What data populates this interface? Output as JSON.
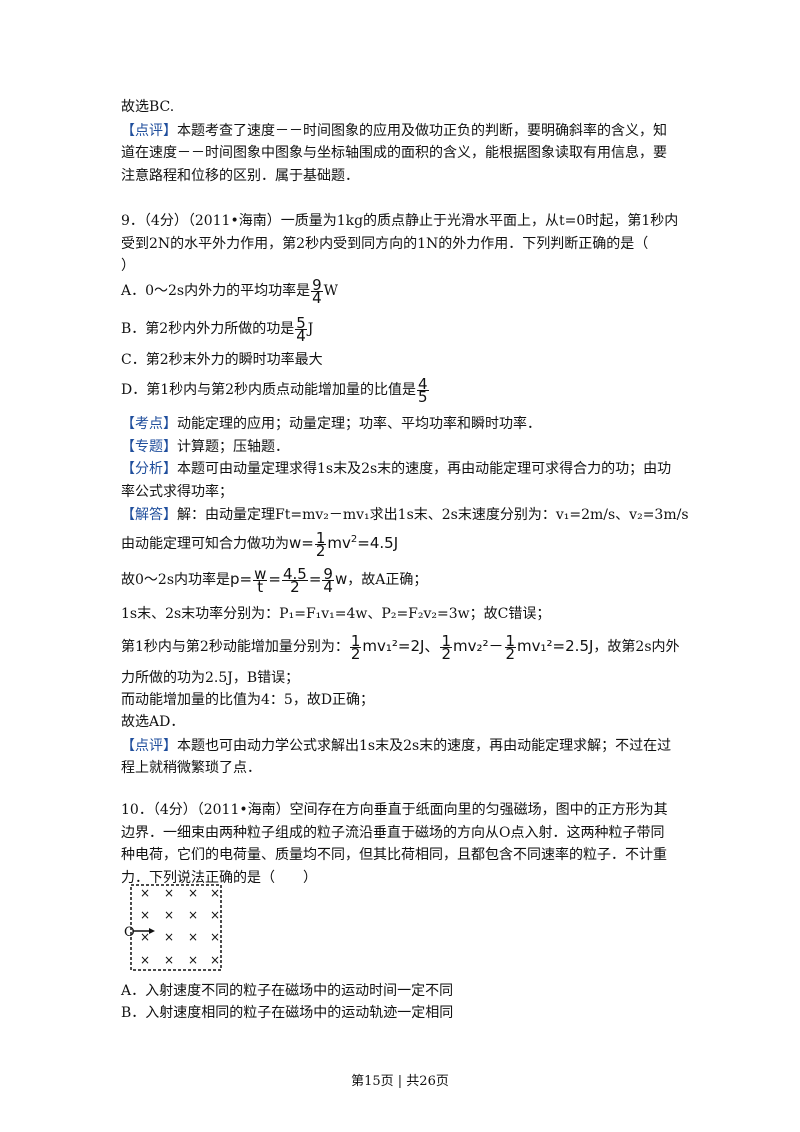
{
  "prev": {
    "conclusion": "故选BC.",
    "comment_tag": "【点评】",
    "comment_l1": "本题考查了速度－－时间图象的应用及做功正负的判断，要明确斜率的含义，知",
    "comment_l2": "道在速度－－时间图象中图象与坐标轴围成的面积的含义，能根据图象读取有用信息，要",
    "comment_l3": "注意路程和位移的区别．属于基础题．"
  },
  "q9": {
    "stem_l1": "9．（4分）（2011•海南）一质量为1kg的质点静止于光滑水平面上，从t=0时起，第1秒内",
    "stem_l2": "受到2N的水平外力作用，第2秒内受到同方向的1N的外力作用．下列判断正确的是（",
    "stem_l3": "）",
    "opt_a_pre": "A．0～2s内外力的平均功率是",
    "opt_a_num": "9",
    "opt_a_den": "4",
    "opt_a_unit": "W",
    "opt_b_pre": "B．第2秒内外力所做的功是",
    "opt_b_num": "5",
    "opt_b_den": "4",
    "opt_b_unit": "J",
    "opt_c": "C．第2秒末外力的瞬时功率最大",
    "opt_d_pre": "D．第1秒内与第2秒内质点动能增加量的比值是",
    "opt_d_num": "4",
    "opt_d_den": "5",
    "kaodian_tag": "【考点】",
    "kaodian": "动能定理的应用；动量定理；功率、平均功率和瞬时功率．",
    "zhuanti_tag": "【专题】",
    "zhuanti": "计算题；压轴题．",
    "fenxi_tag": "【分析】",
    "fenxi_l1": "本题可由动量定理求得1s末及2s末的速度，再由动能定理可求得合力的功；由功",
    "fenxi_l2": "率公式求得功率；",
    "jieda_tag": "【解答】",
    "jieda_l1": "解：由动量定理Ft=mv₂－mv₁求出1s末、2s末速度分别为：v₁=2m/s、v₂=3m/s",
    "work_pre": "由动能定理可知合力做功为",
    "work_w": "w=",
    "work_half_n": "1",
    "work_half_d": "2",
    "work_rest": "mv",
    "work_sq": "2",
    "work_val": "=4.5J",
    "power_pre": "故0～2s内功率是",
    "power_p": "p=",
    "power_f1n": "w",
    "power_f1d": "t",
    "power_eq": "=",
    "power_f2n": "4.5",
    "power_f2d": "2",
    "power_f3n": "9",
    "power_f3d": "4",
    "power_unit": "w",
    "power_post": "，故A正确；",
    "inst_line": "1s末、2s末功率分别为：P₁=F₁v₁=4w、P₂=F₂v₂=3w；故C错误；",
    "ke_pre": "第1秒内与第2秒动能增加量分别为：",
    "ke_e1": "mv₁²=2J、",
    "ke_e2": "mv₂²－",
    "ke_e3": "mv₁²=2.5J",
    "ke_half_n": "1",
    "ke_half_d": "2",
    "ke_post": "，故第2s内外",
    "ke_l2": "力所做的功为2.5J，B错误；",
    "ratio_line": "而动能增加量的比值为4：5，故D正确；",
    "conclusion": "故选AD．",
    "comment_tag": "【点评】",
    "comment_l1": "本题也可由动力学公式求解出1s末及2s末的速度，再由动能定理求解；不过在过",
    "comment_l2": "程上就稍微繁琐了点．"
  },
  "q10": {
    "stem_l1": "10．（4分）（2011•海南）空间存在方向垂直于纸面向里的匀强磁场，图中的正方形为其",
    "stem_l2": "边界．一细束由两种粒子组成的粒子流沿垂直于磁场的方向从O点入射．这两种粒子带同",
    "stem_l3": "种电荷，它们的电荷量、质量均不同，但其比荷相同，且都包含不同速率的粒子．不计重",
    "stem_l4": "力．下列说法正确的是（　　）",
    "fig_origin": "O",
    "fig_mark": "×",
    "opt_a": "A．入射速度不同的粒子在磁场中的运动时间一定不同",
    "opt_b": "B．入射速度相同的粒子在磁场中的运动轨迹一定相同"
  },
  "footer": {
    "text": "第15页 | 共26页"
  }
}
